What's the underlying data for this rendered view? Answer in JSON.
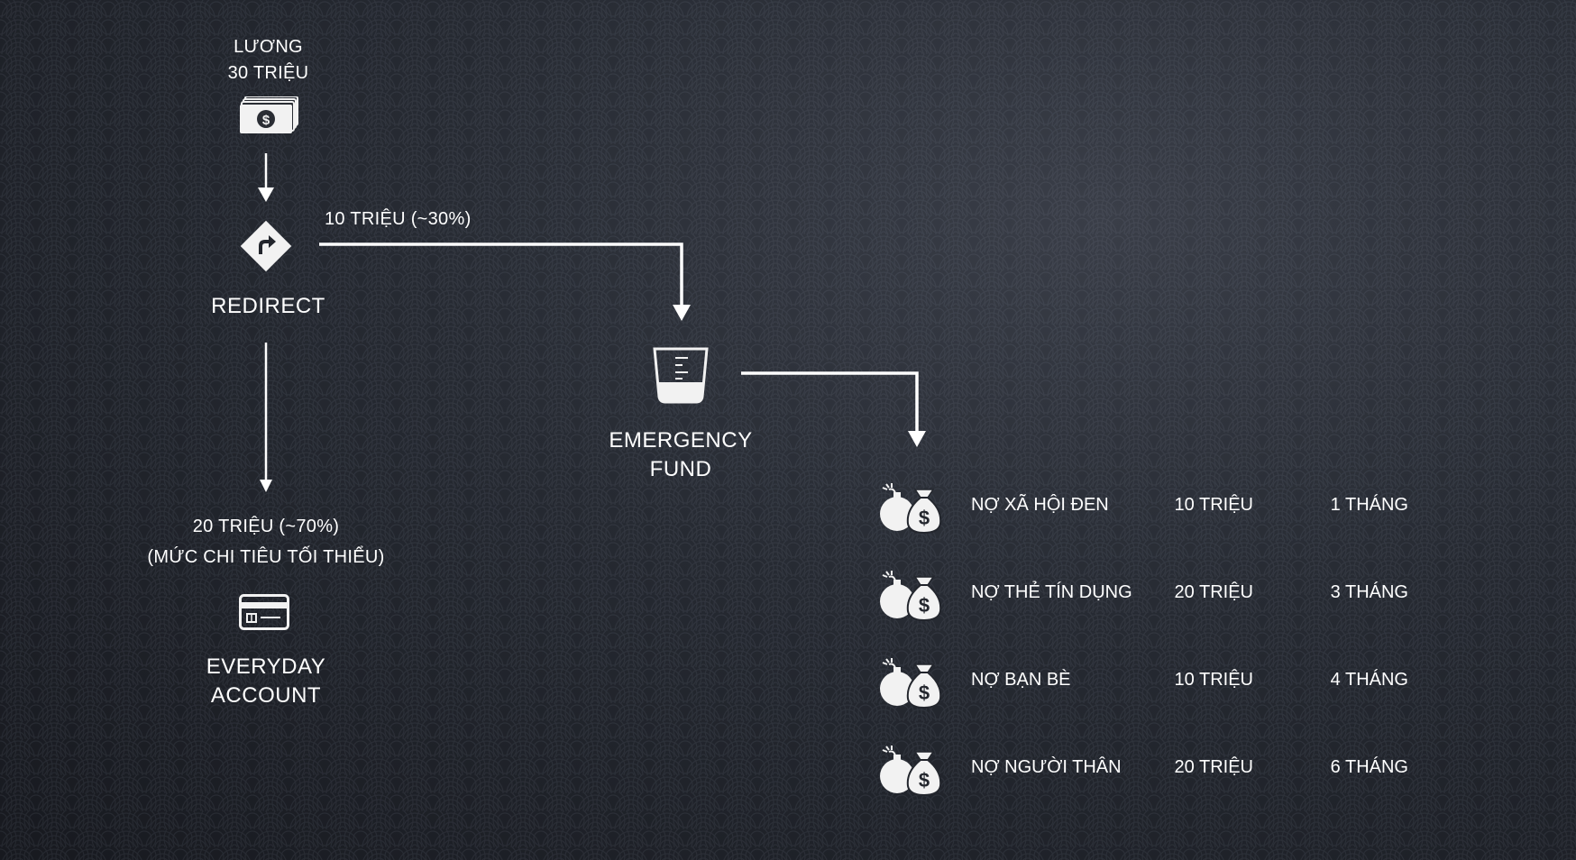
{
  "salary": {
    "label": "LƯƠNG",
    "amount": "30 TRIỆU",
    "icon": "cash-stack-icon"
  },
  "redirect": {
    "label": "REDIRECT",
    "icon": "redirect-sign-icon"
  },
  "emergency_branch": {
    "label": "10 TRIỆU (~30%)"
  },
  "everyday_branch": {
    "amount": "20 TRIỆU (~70%)",
    "note": "(MỨC CHI TIÊU TỐI THIỂU)"
  },
  "everyday_account": {
    "line1": "EVERYDAY",
    "line2": "ACCOUNT",
    "icon": "credit-card-icon"
  },
  "emergency_fund": {
    "line1": "EMERGENCY",
    "line2": "FUND",
    "icon": "measuring-cup-icon"
  },
  "debts": [
    {
      "name": "NỢ XÃ HỘI ĐEN",
      "amount": "10 TRIỆU",
      "term": "1 THÁNG",
      "icon": "bomb-money-bag-icon"
    },
    {
      "name": "NỢ THẺ TÍN DỤNG",
      "amount": "20 TRIỆU",
      "term": "3 THÁNG",
      "icon": "bomb-money-bag-icon"
    },
    {
      "name": "NỢ BẠN BÈ",
      "amount": "10 TRIỆU",
      "term": "4 THÁNG",
      "icon": "bomb-money-bag-icon"
    },
    {
      "name": "NỢ NGƯỜI THÂN",
      "amount": "20 TRIỆU",
      "term": "6 THÁNG",
      "icon": "bomb-money-bag-icon"
    }
  ],
  "colors": {
    "background": "#23262d",
    "foreground": "#ffffff",
    "icon_fill": "#f2f2f2"
  }
}
